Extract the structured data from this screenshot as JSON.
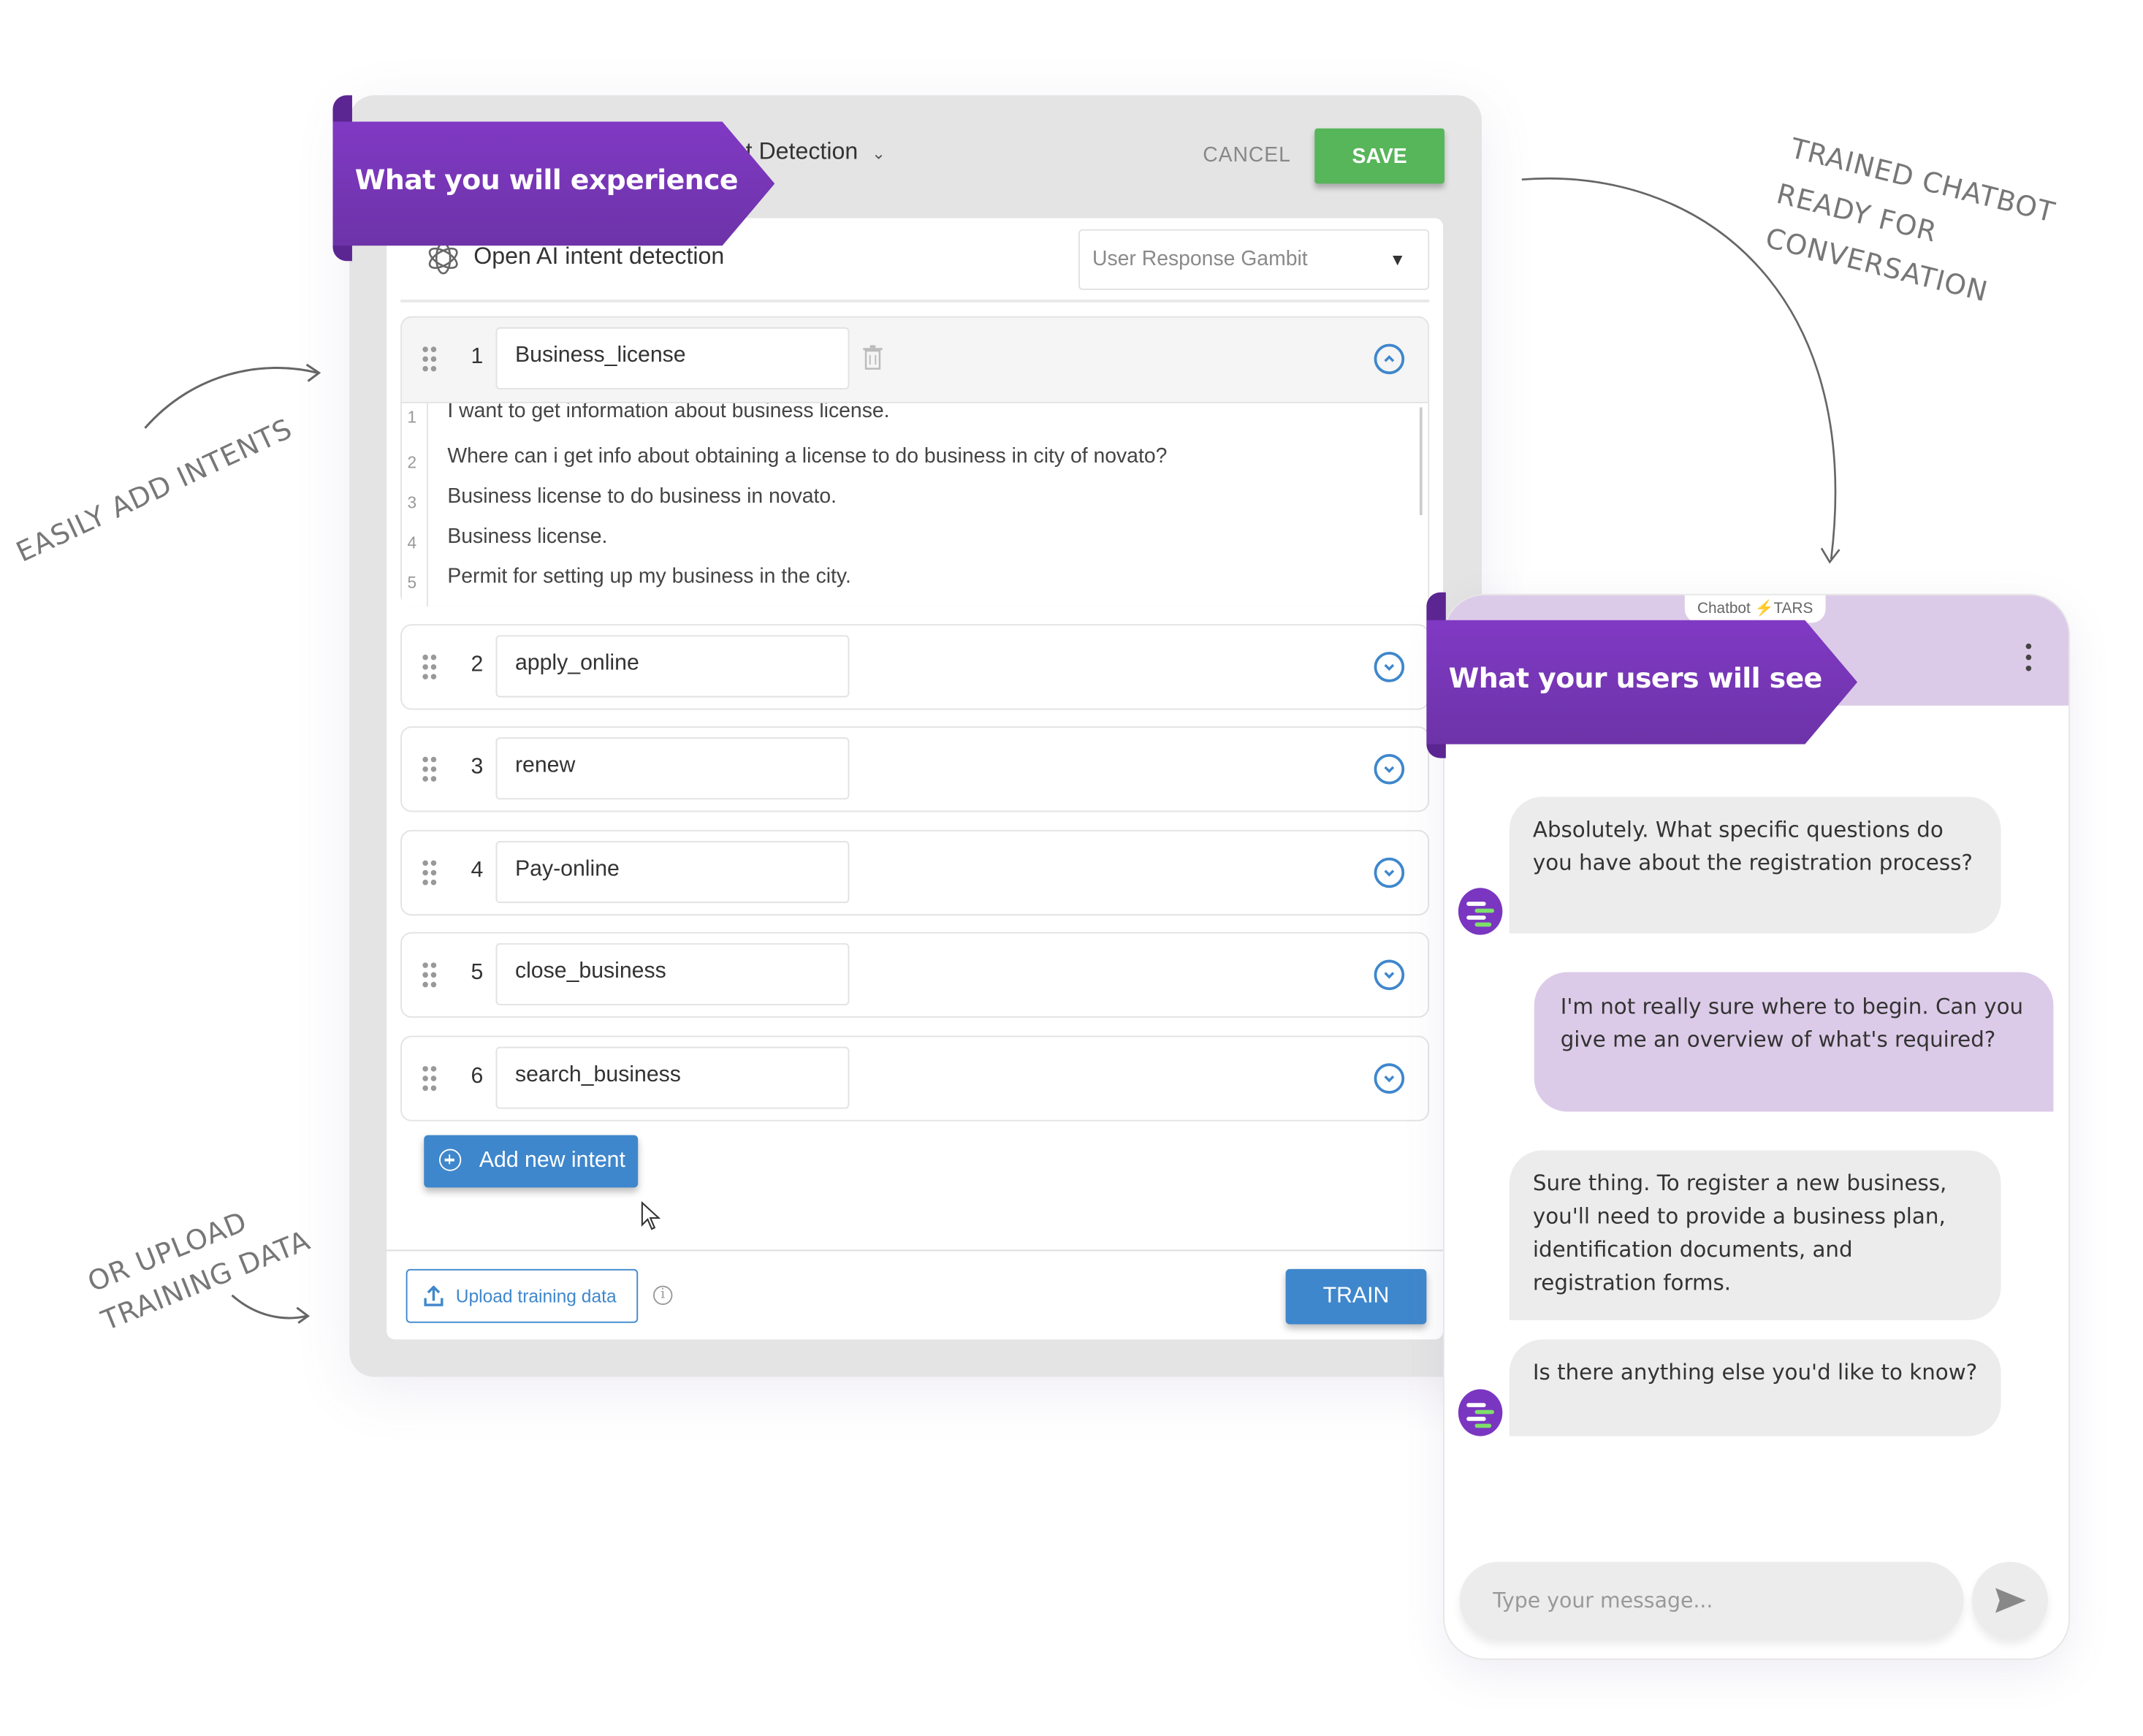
{
  "editor": {
    "title_partial": "t Detection",
    "cancel_label": "CANCEL",
    "save_label": "SAVE",
    "section_title": "Open AI intent detection",
    "gambit_select": {
      "value": "User Response Gambit"
    },
    "intents": [
      {
        "index": "1",
        "name": "Business_license",
        "expanded": true,
        "utterances": [
          {
            "n": "1",
            "text": "I want to get information about business license."
          },
          {
            "n": "2",
            "text": "Where can i get info about obtaining a license to do business in city of novato?"
          },
          {
            "n": "3",
            "text": "Business license to do business in novato."
          },
          {
            "n": "4",
            "text": "Business license."
          },
          {
            "n": "5",
            "text": "Permit for setting up my business in the city."
          }
        ]
      },
      {
        "index": "2",
        "name": "apply_online",
        "expanded": false
      },
      {
        "index": "3",
        "name": "renew",
        "expanded": false
      },
      {
        "index": "4",
        "name": "Pay-online",
        "expanded": false
      },
      {
        "index": "5",
        "name": "close_business",
        "expanded": false
      },
      {
        "index": "6",
        "name": "search_business",
        "expanded": false
      }
    ],
    "add_intent_label": "Add new intent",
    "upload_label": "Upload training data",
    "train_label": "TRAIN"
  },
  "ribbons": {
    "left": "What you will experience",
    "right": "What your users will see"
  },
  "chat": {
    "brand_left": "Chatbot",
    "brand_right": "TARS",
    "messages": [
      {
        "from": "bot",
        "text": "Absolutely. What specific questions do you have about the registration process?"
      },
      {
        "from": "user",
        "text": "I'm not really sure where to begin. Can you give me an overview of what's required?"
      },
      {
        "from": "bot",
        "text": "Sure thing. To register a new business, you'll need to provide a business plan, identification documents, and registration forms."
      },
      {
        "from": "bot",
        "text": "Is there anything else you'd like to know?"
      }
    ],
    "input_placeholder": "Type your message..."
  },
  "annotations": {
    "add_intents": "EASILY ADD INTENTS",
    "upload_line1": "OR UPLOAD",
    "upload_line2": "TRAINING DATA",
    "trained_line1": "TRAINED CHATBOT",
    "trained_line2": "READY FOR",
    "trained_line3": "CONVERSATION"
  },
  "colors": {
    "primary_blue": "#3f87cc",
    "save_green": "#57b55a",
    "ribbon_purple": "#7a36c0",
    "user_bubble": "#dccbe8",
    "bot_bubble": "#ececec"
  }
}
